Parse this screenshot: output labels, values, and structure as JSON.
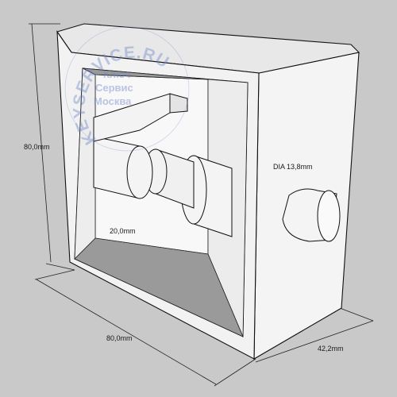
{
  "dimensions": {
    "height": "80,0mm",
    "width": "80,0mm",
    "depth": "42,2mm",
    "shaft_diameter": "DIA 13,8mm",
    "step_length": "20,0mm"
  },
  "watermark": {
    "ring_text": "KEYSERVICE.RU",
    "line1": "Ключ",
    "line2": "Сервис",
    "line3": "Москва",
    "color": "#6e85c8"
  },
  "colors": {
    "background": "#c9c9c9",
    "face": "#f2f2f2",
    "inner_shadow": "#9a9a9a",
    "top_face": "#e6e6e6"
  }
}
